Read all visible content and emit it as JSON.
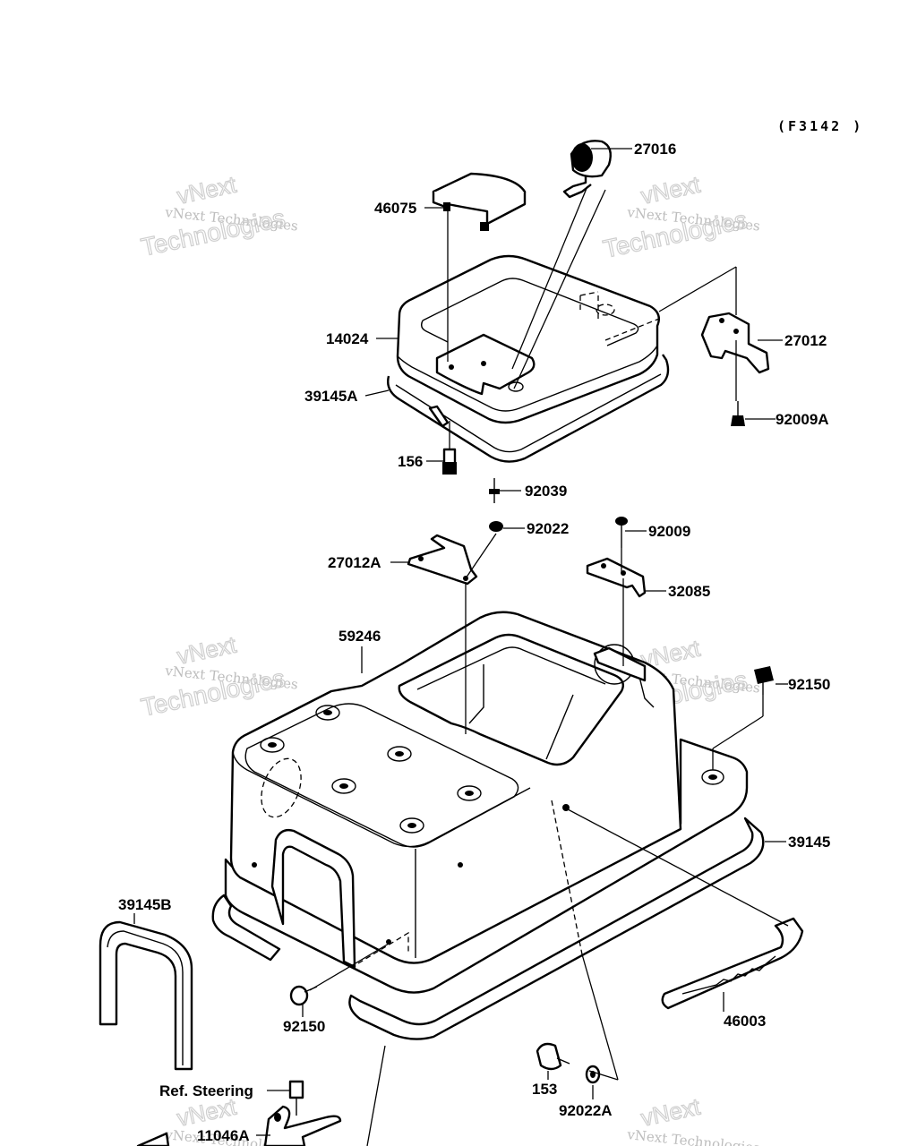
{
  "diagram": {
    "code": "(F3142 )",
    "watermark": {
      "line1": "vNext Technologies",
      "line2": "vNext",
      "line3": "Technologies"
    },
    "parts": [
      {
        "id": "p27016",
        "text": "27016"
      },
      {
        "id": "p46075",
        "text": "46075"
      },
      {
        "id": "p14024",
        "text": "14024"
      },
      {
        "id": "p27012",
        "text": "27012"
      },
      {
        "id": "p39145A",
        "text": "39145A"
      },
      {
        "id": "p92009A",
        "text": "92009A"
      },
      {
        "id": "p156",
        "text": "156"
      },
      {
        "id": "p92039",
        "text": "92039"
      },
      {
        "id": "p92022",
        "text": "92022"
      },
      {
        "id": "p92009",
        "text": "92009"
      },
      {
        "id": "p27012A",
        "text": "27012A"
      },
      {
        "id": "p32085",
        "text": "32085"
      },
      {
        "id": "p59246",
        "text": "59246"
      },
      {
        "id": "p92150a",
        "text": "92150"
      },
      {
        "id": "p39145",
        "text": "39145"
      },
      {
        "id": "p39145B",
        "text": "39145B"
      },
      {
        "id": "p46003",
        "text": "46003"
      },
      {
        "id": "p92150b",
        "text": "92150"
      },
      {
        "id": "p153",
        "text": "153"
      },
      {
        "id": "p92022A",
        "text": "92022A"
      },
      {
        "id": "pRefSteering",
        "text": "Ref. Steering"
      },
      {
        "id": "p11046A",
        "text": "11046A"
      }
    ]
  }
}
